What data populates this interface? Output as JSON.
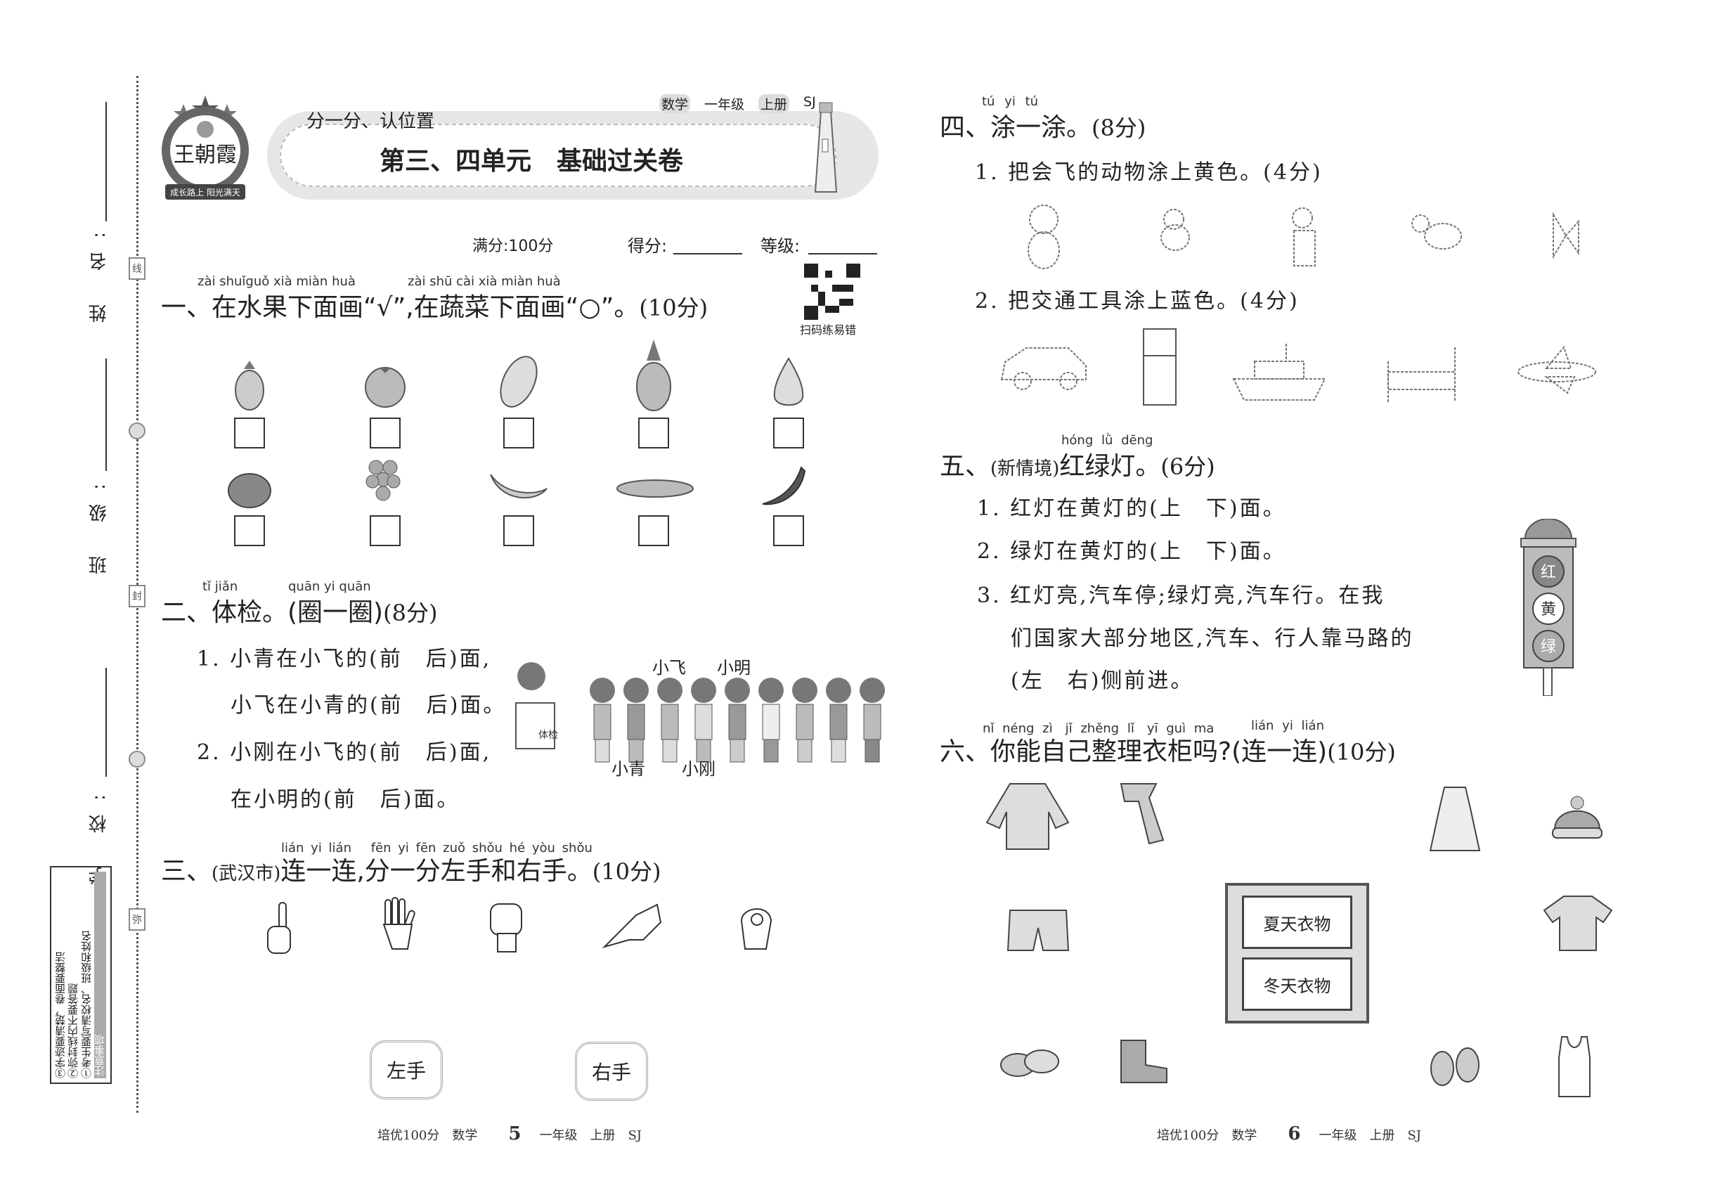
{
  "binding": {
    "name_label": "姓 名:",
    "class_label": "班 级:",
    "school_label": "学 校:",
    "seal_chars": [
      "线",
      "封",
      "弥"
    ],
    "notes_title": "注意事项",
    "notes": [
      "①考生要写清校名、班级和姓名",
      "②弥封线内不要答题",
      "③字迹要清楚，卷面要整洁"
    ]
  },
  "header": {
    "logo_text": "王朝霞",
    "logo_ribbon": "成长路上 阳光满天",
    "subtitle": "分一分、认位置",
    "title": "第三、四单元　基础过关卷",
    "meta": [
      "数学",
      "一年级",
      "上册",
      "SJ"
    ],
    "full_score": "满分:100分",
    "score_label": "得分:",
    "grade_label": "等级:",
    "qr_caption": "扫码练易错"
  },
  "s1": {
    "pinyin1": "zài shuǐguǒ xià miàn huà",
    "pinyin2": "zài shū cài xià miàn huà",
    "heading": "一、在水果下面画“√”,在蔬菜下面画“○”。",
    "points": "(10分)",
    "items_row1": [
      "eggplant",
      "tomato",
      "cabbage",
      "pineapple",
      "pear"
    ],
    "items_row2": [
      "pumpkin",
      "grapes",
      "banana",
      "cucumber",
      "chili"
    ]
  },
  "s2": {
    "pinyin1": "tǐ jiǎn",
    "pinyin2": "quān yi quān",
    "heading": "二、体检。(圈一圈)",
    "points": "(8分)",
    "lines": [
      "1. 小青在小飞的(前　后)面,",
      "小飞在小青的(前　后)面。",
      "2. 小刚在小飞的(前　后)面,",
      "在小明的(前　后)面。"
    ],
    "desk_label": "体检",
    "labels_top": [
      "小飞",
      "小明"
    ],
    "labels_bottom": [
      "小青",
      "小刚"
    ]
  },
  "s3": {
    "pinyin": "lián yi lián　 fēn yi fēn zuǒ shǒu hé yòu shǒu",
    "prefix": "三、",
    "tag": "(武汉市)",
    "heading": "连一连,分一分左手和右手。",
    "points": "(10分)",
    "hands": [
      "thumbs-up",
      "open-palm",
      "fist",
      "pointing",
      "ok-hand"
    ],
    "left": "左手",
    "right": "右手"
  },
  "s4": {
    "pinyin": "tú yi tú",
    "heading": "四、涂一涂。",
    "points": "(8分)",
    "q1": "1. 把会飞的动物涂上黄色。(4分)",
    "animals": [
      "cat",
      "bird",
      "deer",
      "turtle",
      "butterfly"
    ],
    "q2": "2. 把交通工具涂上蓝色。(4分)",
    "objects": [
      "car",
      "refrigerator",
      "ship",
      "bed",
      "airplane"
    ]
  },
  "s5": {
    "pinyin": "hóng lǜ dēng",
    "prefix": "五、",
    "tag": "(新情境)",
    "heading": "红绿灯。",
    "points": "(6分)",
    "lines": [
      "1. 红灯在黄灯的(上　下)面。",
      "2. 绿灯在黄灯的(上　下)面。",
      "3. 红灯亮,汽车停;绿灯亮,汽车行。在我",
      "们国家大部分地区,汽车、行人靠马路的",
      "(左　右)侧前进。"
    ],
    "lights": [
      "红",
      "黄",
      "绿"
    ]
  },
  "s6": {
    "pinyin1": "nǐ néng zì　jǐ zhěng lǐ　yī guì ma",
    "pinyin2": "lián yi lián",
    "heading": "六、你能自己整理衣柜吗?(连一连)",
    "points": "(10分)",
    "summer": "夏天衣物",
    "winter": "冬天衣物"
  },
  "footer_left": {
    "book": "培优100分",
    "subject": "数学",
    "page": "5",
    "grade": "一年级",
    "volume": "上册",
    "edition": "SJ"
  },
  "footer_right": {
    "book": "培优100分",
    "subject": "数学",
    "page": "6",
    "grade": "一年级",
    "volume": "上册",
    "edition": "SJ"
  }
}
